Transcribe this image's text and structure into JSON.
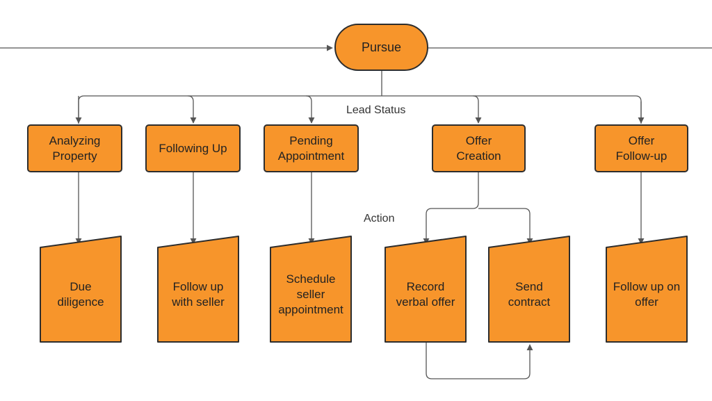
{
  "start": {
    "label": "Pursue"
  },
  "sections": {
    "lead_status": "Lead Status",
    "action": "Action"
  },
  "statuses": [
    {
      "label": "Analyzing\nProperty"
    },
    {
      "label": "Following Up"
    },
    {
      "label": "Pending\nAppointment"
    },
    {
      "label": "Offer\nCreation"
    },
    {
      "label": "Offer\nFollow-up"
    }
  ],
  "actions": [
    {
      "label": "Due\ndiligence"
    },
    {
      "label": "Follow up\nwith seller"
    },
    {
      "label": "Schedule\nseller\nappointment"
    },
    {
      "label": "Record\nverbal offer"
    },
    {
      "label": "Send\ncontract"
    },
    {
      "label": "Follow up on\noffer"
    }
  ],
  "colors": {
    "node_fill": "#f7952b",
    "stroke": "#2d2d2d",
    "connector": "#555555"
  }
}
